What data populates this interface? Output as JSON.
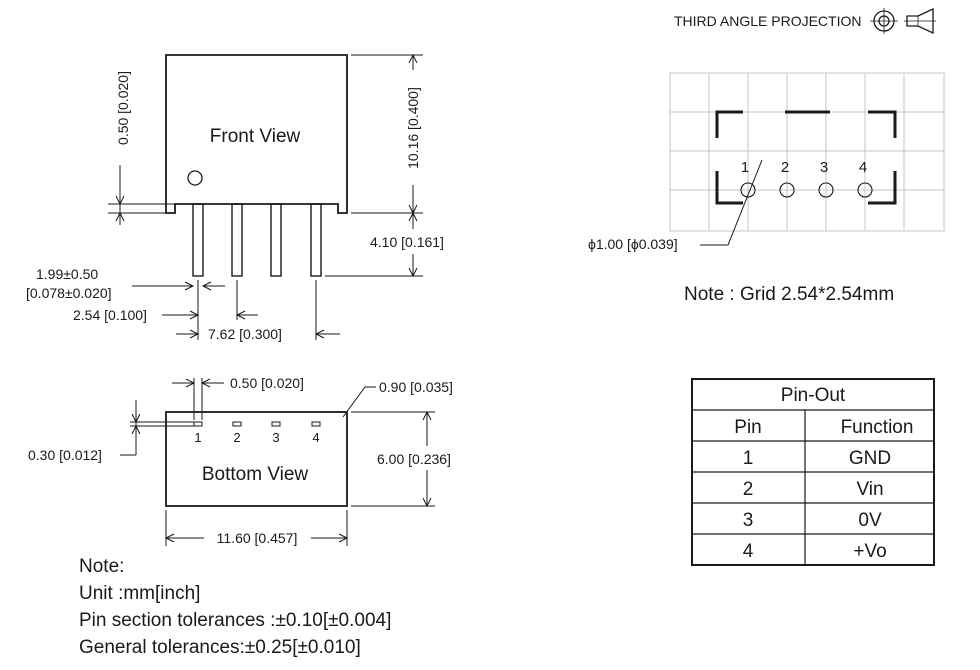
{
  "projection": {
    "label": "THIRD ANGLE PROJECTION"
  },
  "front_view": {
    "title": "Front View",
    "dims": {
      "top_gap": "0.50 [0.020]",
      "height": "10.16 [0.400]",
      "pin_length": "4.10 [0.161]",
      "tol_line1": "1.99±0.50",
      "tol_line2": "[0.078±0.020]",
      "pitch": "2.54 [0.100]",
      "span": "7.62 [0.300]"
    }
  },
  "bottom_view": {
    "title": "Bottom View",
    "pins": [
      "1",
      "2",
      "3",
      "4"
    ],
    "dims": {
      "pin_width": "0.50 [0.020]",
      "edge": "0.90 [0.035]",
      "pin_thick": "0.30 [0.012]",
      "depth": "6.00 [0.236]",
      "length": "11.60 [0.457]"
    }
  },
  "footprint": {
    "pins": [
      "1",
      "2",
      "3",
      "4"
    ],
    "hole": "ϕ1.00 [ϕ0.039]",
    "grid_note": "Note : Grid 2.54*2.54mm"
  },
  "pinout": {
    "title": "Pin-Out",
    "headers": [
      "Pin",
      "Function"
    ],
    "rows": [
      [
        "1",
        "GND"
      ],
      [
        "2",
        "Vin"
      ],
      [
        "3",
        "0V"
      ],
      [
        "4",
        "+Vo"
      ]
    ]
  },
  "notes": {
    "heading": "Note:",
    "lines": [
      "Unit :mm[inch]",
      "Pin section tolerances :±0.10[±0.004]",
      "General tolerances:±0.25[±0.010]"
    ]
  }
}
